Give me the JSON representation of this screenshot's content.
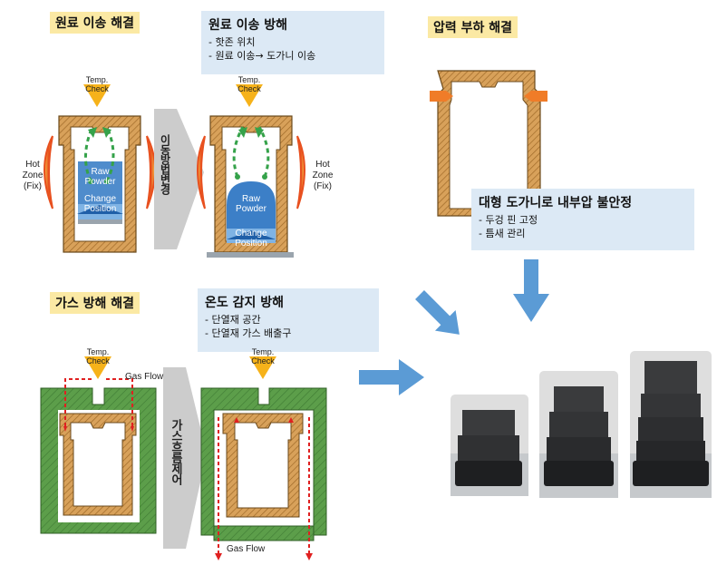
{
  "headers": {
    "raw_transfer_fix": "원료 이송 해결",
    "pressure_load_fix": "압력 부하 해결",
    "gas_interference_fix": "가스 방해 해결"
  },
  "boxes": {
    "raw_transfer_problem": {
      "title": "원료 이송 방해",
      "lines": [
        "- 핫존 위치",
        "- 원료 이송→ 도가니 이송"
      ]
    },
    "pressure_problem": {
      "title": "대형 도가니로 내부압 불안정",
      "lines": [
        "- 두겅 핀 고정",
        "- 틈새 관리"
      ]
    },
    "temp_sensing_problem": {
      "title": "온도 감지 방해",
      "lines": [
        "- 단열재 공간",
        "- 단열재 가스 배출구"
      ]
    }
  },
  "arrows": {
    "move_method_change": "이동방법변경",
    "gas_flow_control": "가스흐름제어"
  },
  "labels": {
    "temp_check_1": [
      "Temp.",
      "Check"
    ],
    "temp_check_2": [
      "Temp.",
      "Check"
    ],
    "temp_check_3": [
      "Temp.",
      "Check"
    ],
    "temp_check_4": [
      "Temp.",
      "Check"
    ],
    "hot_zone_left": [
      "Hot",
      "Zone",
      "(Fix)"
    ],
    "hot_zone_right": [
      "Hot",
      "Zone",
      "(Fix)"
    ],
    "raw_powder_1": [
      "Raw",
      "Powder"
    ],
    "raw_powder_2": [
      "Raw",
      "Powder"
    ],
    "change_position_1": [
      "Change",
      "Position"
    ],
    "change_position_2": [
      "Change",
      "Position"
    ],
    "gas_flow_top": "Gas Flow",
    "gas_flow_bottom": "Gas Flow"
  },
  "colors": {
    "crucible_wall": "#d8a15a",
    "crucible_edge": "#6b4a1c",
    "insulation": "#5c9e4a",
    "powder": "#3c7fc7",
    "arrow_blue": "#5b9bd5",
    "arrow_gray": "#cccccc",
    "temp_triangle": "#f6b21a",
    "highlight": "#fbe9a4",
    "info_box": "#dce9f5",
    "gas_flow": "#e02020",
    "transfer_arrow": "#35a24a",
    "pin": "#f07c28"
  }
}
